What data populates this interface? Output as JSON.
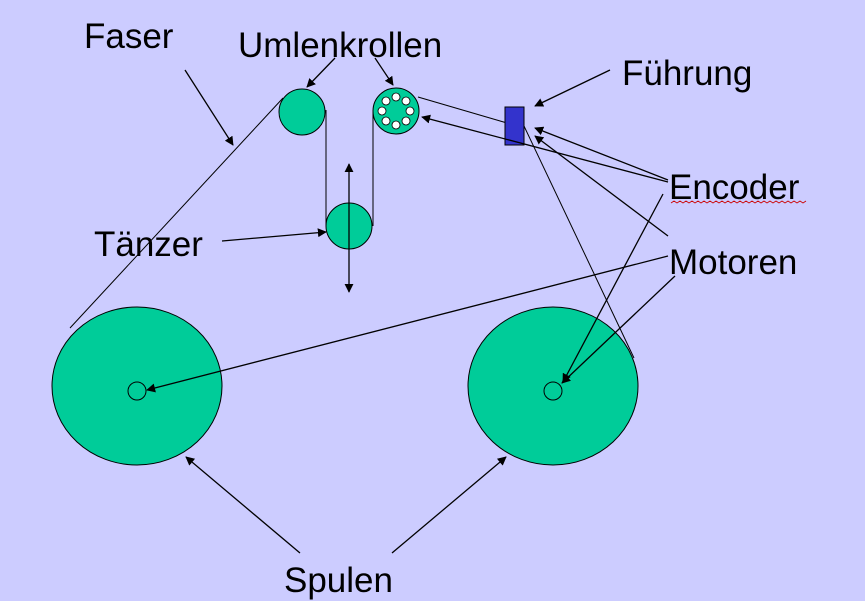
{
  "labels": {
    "faser": "Faser",
    "umlenkrollen": "Umlenkrollen",
    "fuehrung": "Führung",
    "encoder": "Encoder",
    "taenzer": "Tänzer",
    "motoren": "Motoren",
    "spulen": "Spulen"
  },
  "colors": {
    "background": "#ccccff",
    "component": "#00cc99",
    "guide": "#3333cc",
    "line": "#000000",
    "spellcheck_underline": "#cc0000"
  }
}
